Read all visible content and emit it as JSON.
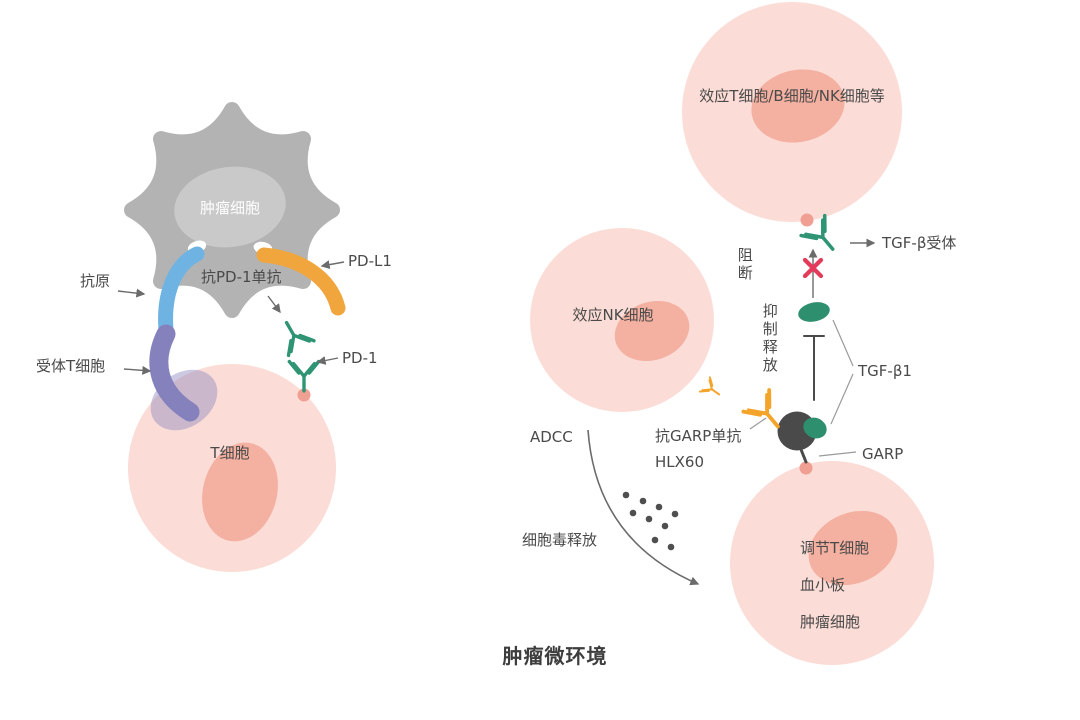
{
  "diagram": {
    "left": {
      "tumor_cell": "肿瘤细胞",
      "antigen": "抗原",
      "receptor_t_cell": "受体T细胞",
      "pd_l1": "PD-L1",
      "anti_pd1_mab": "抗PD-1单抗",
      "pd_1": "PD-1",
      "t_cell": "T细胞"
    },
    "right": {
      "effector_cells": "效应T细胞/B细胞/NK细胞等",
      "tgfb_receptor": "TGF-β受体",
      "block": "阻断",
      "inhibit_release": "抑制释放",
      "tgf_b1": "TGF-β1",
      "effector_nk": "效应NK细胞",
      "anti_garp_mab": "抗GARP单抗",
      "hlx60": "HLX60",
      "garp": "GARP",
      "adcc": "ADCC",
      "cytotoxic_release": "细胞毒释放",
      "treg": "调节T细胞",
      "platelet": "血小板",
      "tumor_cell": "肿瘤细胞"
    },
    "caption": "肿瘤微环境"
  },
  "colors": {
    "cell_pink": "#fbdcd6",
    "nucleus_salmon": "#f4b0a0",
    "receptor_dot": "#efa092",
    "tumor_gray": "#b3b3b3",
    "tumor_nucleus_gray": "#c9c9c9",
    "antigen_blue": "#6fb3e2",
    "tcr_purple": "#8581bd",
    "pdl1_orange": "#f0a63d",
    "antibody_green": "#2e9473",
    "antibody_orange": "#f5a42a",
    "garp_dark": "#4a4a4a",
    "block_red": "#e43a5c",
    "arrow_gray": "#666666",
    "text": "#4a4a4a"
  }
}
